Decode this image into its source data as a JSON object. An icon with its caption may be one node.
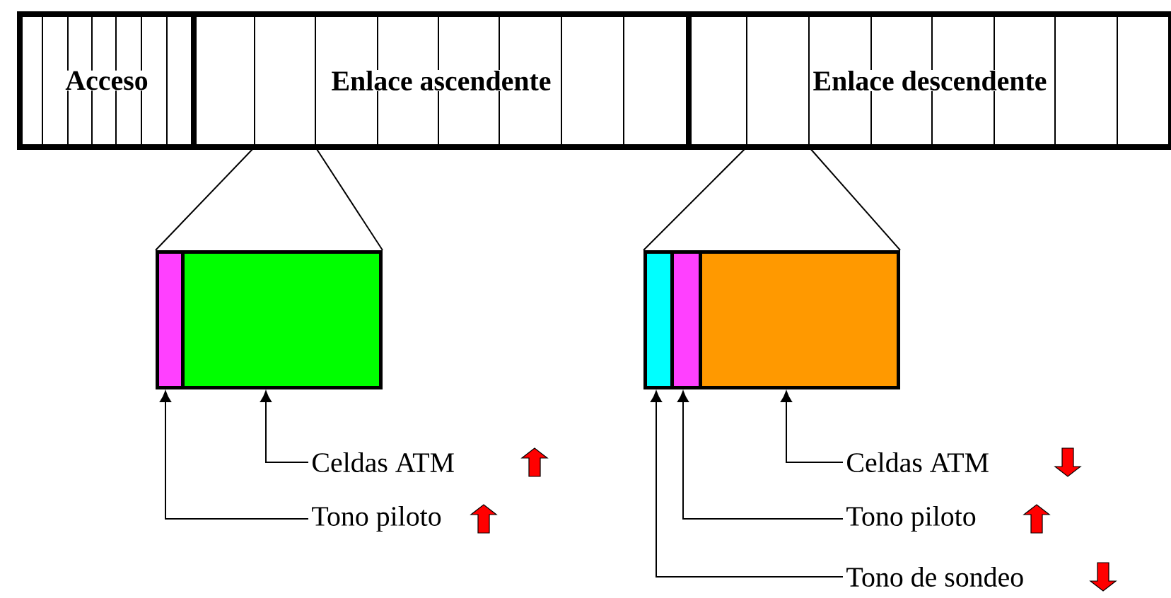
{
  "diagram": {
    "nodes": [
      {
        "text": [
          "Acceso"
        ]
      },
      {
        "text": [
          "Enlace ascendente"
        ]
      },
      {
        "text": [
          "Enlace descendente"
        ]
      },
      {
        "text": [],
        "shape": "box"
      },
      {
        "text": [],
        "shape": "box"
      },
      {
        "text": [],
        "shape": "box"
      },
      {
        "text": [],
        "shape": "box"
      },
      {
        "text": [],
        "shape": "box"
      },
      {
        "text": [
          "Celdas ATM"
        ]
      },
      {
        "text": [
          "Tono piloto"
        ]
      },
      {
        "text": [
          "Celdas ATM"
        ]
      },
      {
        "text": [
          "Tono piloto"
        ]
      },
      {
        "text": [
          "Tono de sondeo"
        ]
      }
    ],
    "edges": [
      {
        "from": 1,
        "to": 3,
        "arrow": "none"
      },
      {
        "from": 1,
        "to": 4,
        "arrow": "none"
      },
      {
        "from": 2,
        "to": 5,
        "arrow": "none"
      },
      {
        "from": 2,
        "to": 7,
        "arrow": "none"
      },
      {
        "from": 8,
        "to": 4,
        "arrow": "to"
      },
      {
        "from": 9,
        "to": 3,
        "arrow": "to"
      },
      {
        "from": 10,
        "to": 7,
        "arrow": "to"
      },
      {
        "from": 11,
        "to": 6,
        "arrow": "to"
      },
      {
        "from": 12,
        "to": 5,
        "arrow": "to"
      }
    ]
  }
}
